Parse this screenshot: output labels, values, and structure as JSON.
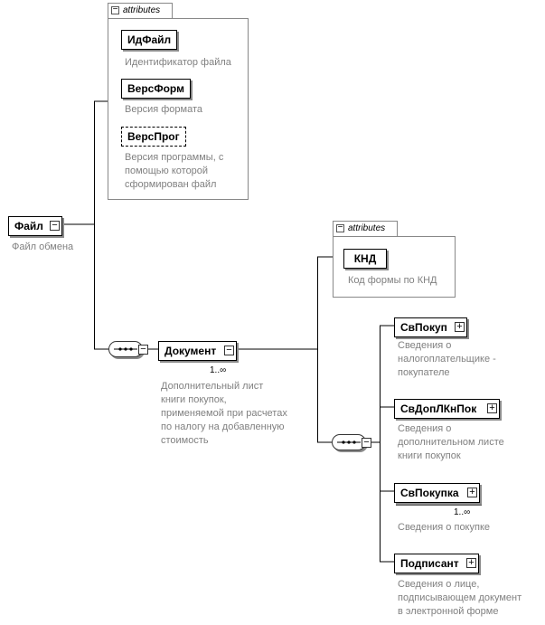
{
  "root": {
    "name": "Файл",
    "description": "Файл обмена",
    "attributes_label": "attributes",
    "attributes": [
      {
        "name": "ИдФайл",
        "description": [
          "Идентификатор файла"
        ]
      },
      {
        "name": "ВерсФорм",
        "description": [
          "Версия формата"
        ]
      },
      {
        "name": "ВерсПрог",
        "description": [
          "Версия программы, с",
          "помощью которой",
          "сформирован файл"
        ],
        "optional": true
      }
    ]
  },
  "document": {
    "name": "Документ",
    "cardinality": "1..∞",
    "description": [
      "Дополнительный лист",
      "книги покупок,",
      "применяемой при расчетах",
      "по налогу на добавленную",
      "стоимость"
    ],
    "attributes_label": "attributes",
    "attributes": [
      {
        "name": "КНД",
        "description": [
          "Код формы по КНД"
        ]
      }
    ],
    "children": [
      {
        "name": "СвПокуп",
        "description": [
          "Сведения о",
          "налогоплательщике -",
          "покупателе"
        ]
      },
      {
        "name": "СвДопЛКнПок",
        "description": [
          "Сведения о",
          "дополнительном листе",
          "книги покупок"
        ]
      },
      {
        "name": "СвПокупка",
        "cardinality": "1..∞",
        "description": [
          "Сведения о покупке"
        ]
      },
      {
        "name": "Подписант",
        "description": [
          "Сведения о лице,",
          "подписывающем документ",
          "в электронной форме"
        ]
      }
    ]
  },
  "icons": {
    "collapse": "−",
    "expand": "+",
    "collapse_tab": "−"
  }
}
